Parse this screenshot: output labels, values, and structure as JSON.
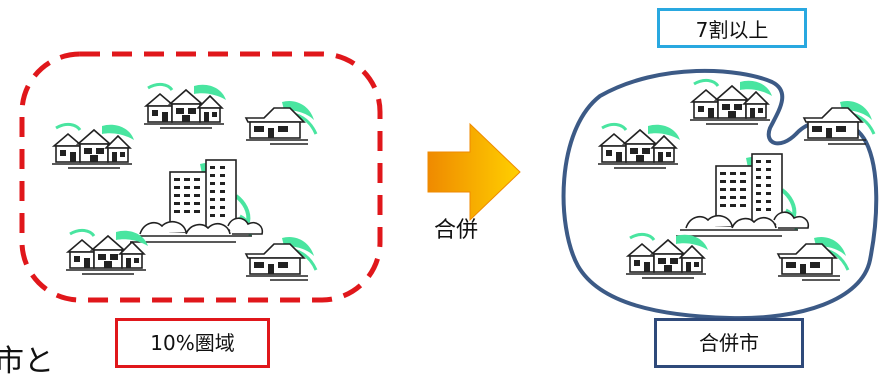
{
  "labels": {
    "threshold": "7割以上",
    "merge": "合併",
    "left_region": "10%圏域",
    "right_region": "合併市",
    "cut_text": "市と"
  },
  "colors": {
    "left_boundary": "#e0171b",
    "right_boundary": "#3c5a86",
    "threshold_box": "#29a8e0",
    "left_region_box": "#e0171b",
    "right_region_box": "#2f4a7a",
    "arrow_fill": "#ffc000",
    "arrow_dark": "#ef8a00",
    "accent_green": "#49e5a0"
  },
  "icons": {
    "cluster": "house-cluster-icon",
    "house": "single-house-icon",
    "apartments": "apartment-block-icon",
    "arrow": "merge-arrow-icon"
  }
}
